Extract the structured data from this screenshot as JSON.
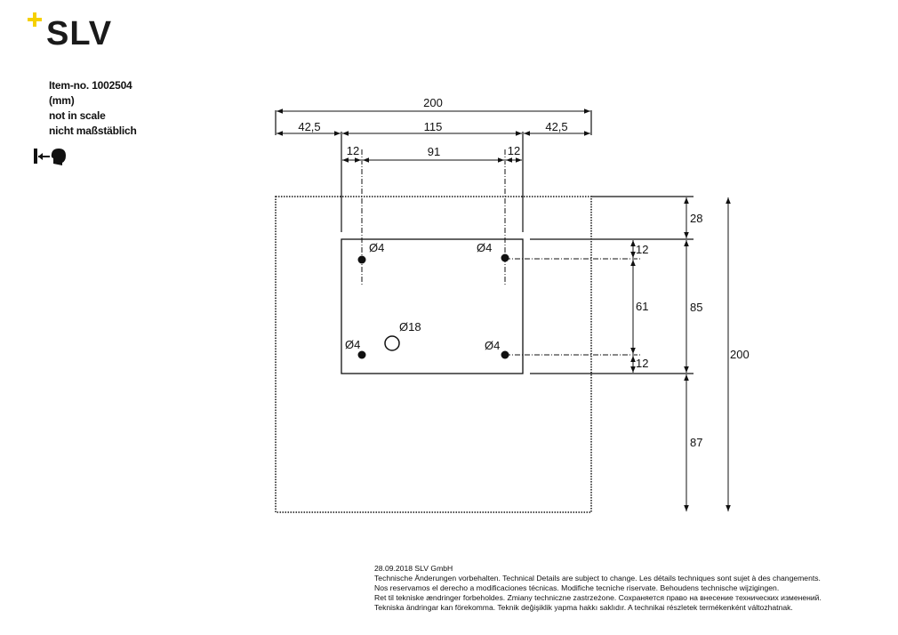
{
  "brand": {
    "name": "SLV",
    "accent_color": "#f5d000"
  },
  "info": {
    "item_no": "Item-no. 1002504",
    "unit": "(mm)",
    "scale_en": "not in scale",
    "scale_de": "nicht maßstäblich",
    "icon": "wall-mount-icon"
  },
  "drawing": {
    "dim_total_width": "200",
    "dim_left_margin": "42,5",
    "dim_plate_width": "115",
    "dim_right_margin": "42,5",
    "dim_hole_offset_left": "12",
    "dim_hole_spacing": "91",
    "dim_hole_offset_right": "12",
    "dim_top_margin": "28",
    "dim_hole_offset_top": "12",
    "dim_hole_vertical_spacing": "61",
    "dim_hole_offset_bottom": "12",
    "dim_plate_height": "85",
    "dim_bottom_margin": "87",
    "dim_total_height": "200",
    "hole_top_left": "Ø4",
    "hole_top_right": "Ø4",
    "hole_bottom_left": "Ø4",
    "hole_bottom_right": "Ø4",
    "cable_entry": "Ø18"
  },
  "footer": {
    "date_company": "28.09.2018 SLV GmbH",
    "line1": "Technische Änderungen vorbehalten. Technical Details are subject to change. Les détails techniques sont sujet à des changements.",
    "line2": "Nos reservamos el derecho a modificaciones técnicas. Modifiche tecniche riservate. Behoudens technische wijzigingen.",
    "line3": "Ret til tekniske ændringer forbeholdes. Zmiany techniczne zastrzeżone. Сохраняется право на внесение технических изменений.",
    "line4": "Tekniska ändringar kan förekomma. Teknik değişiklik yapma hakkı saklıdır. A technikai részletek termékenként változhatnak."
  }
}
